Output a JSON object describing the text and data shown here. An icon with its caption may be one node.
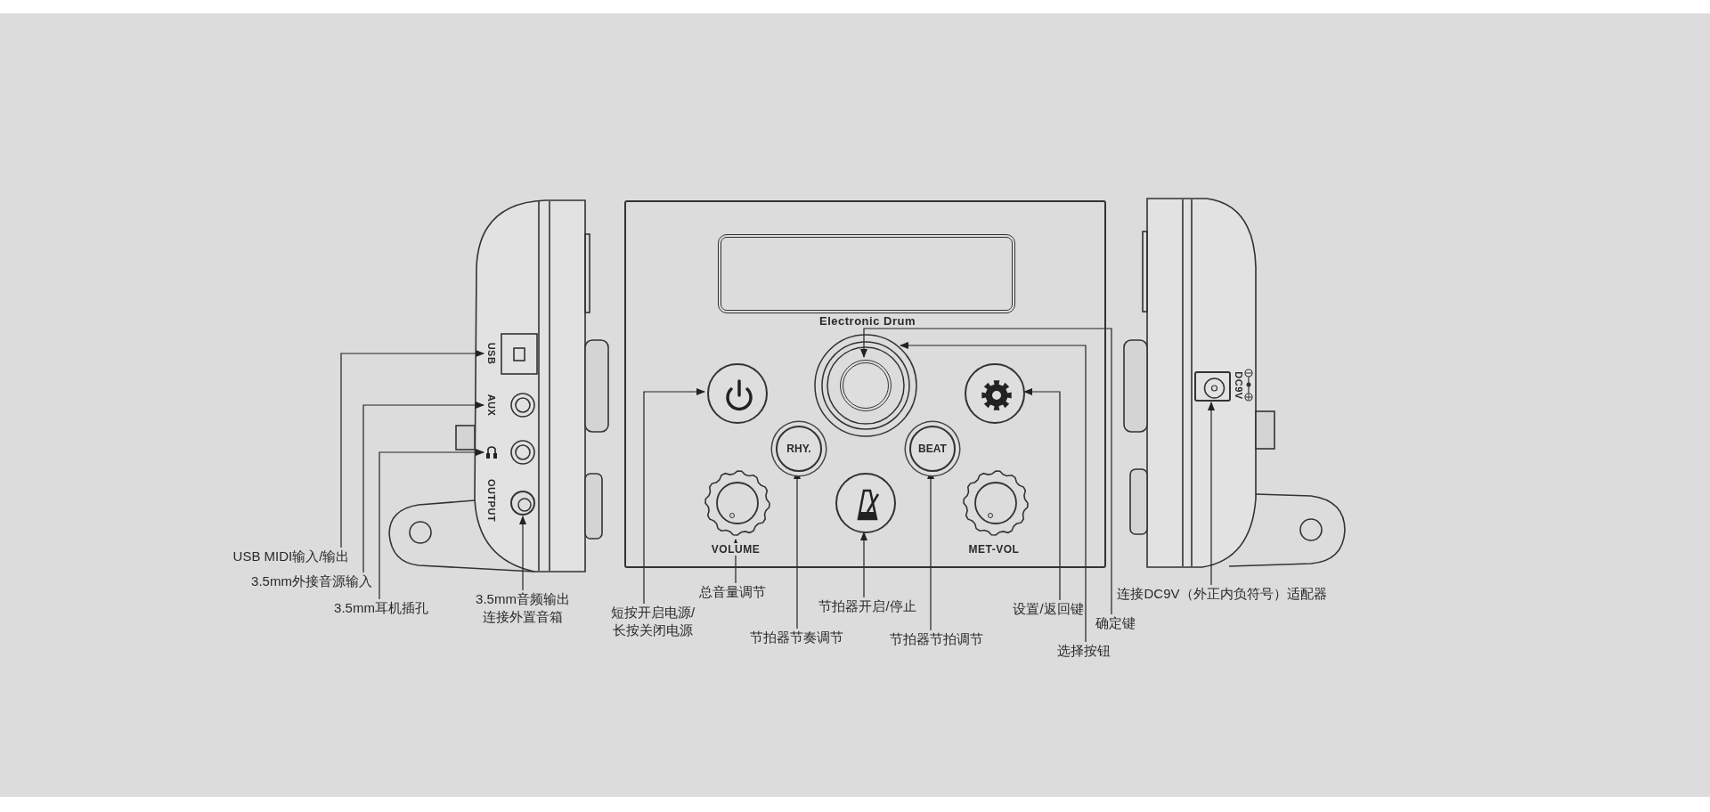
{
  "diagram": {
    "nodes": [
      {
        "text": [
          "Electronic Drum"
        ]
      },
      {
        "text": [],
        "shape": "box",
        "in": 0
      },
      {
        "text": [],
        "shape": "circle",
        "in": 0
      },
      {
        "text": [],
        "shape": "circle",
        "in": 2
      },
      {
        "text": [],
        "shape": "circle",
        "in": 0
      },
      {
        "text": [],
        "shape": "circle",
        "in": 0
      },
      {
        "text": [
          "RHY."
        ],
        "in": 0
      },
      {
        "text": [
          "BEAT"
        ],
        "in": 0
      },
      {
        "text": [],
        "shape": "circle",
        "in": 0,
        "beside": [
          "VOLUME"
        ]
      },
      {
        "text": [],
        "shape": "circle",
        "in": 0
      },
      {
        "text": [],
        "shape": "circle",
        "in": 0,
        "beside": [
          "MET-VOL"
        ]
      },
      {
        "text": [
          "USB"
        ]
      },
      {
        "text": [
          "AUX"
        ]
      },
      {
        "text": [],
        "shape": "headphones"
      },
      {
        "text": [],
        "shape": "circle"
      },
      {
        "text": [],
        "shape": "box",
        "beside": [
          "DC9V"
        ]
      },
      {
        "text": [
          "USB MIDI输入/输出"
        ]
      },
      {
        "text": [
          "3.5mm外接音源输入"
        ]
      },
      {
        "text": [
          "3.5mm耳机插孔"
        ]
      },
      {
        "text": [
          "3.5mm音频输出连接外置音箱"
        ]
      },
      {
        "text": [
          "总音量调节"
        ]
      },
      {
        "text": [
          "短按开启电源/长按关闭电源"
        ]
      },
      {
        "text": [
          "节拍器节奏调节"
        ]
      },
      {
        "text": [
          "节拍器开启/停止"
        ]
      },
      {
        "text": [
          "节拍器节拍调节"
        ]
      },
      {
        "text": [
          "设置/返回键"
        ]
      },
      {
        "text": [
          "确定键"
        ]
      },
      {
        "text": [
          "选择按钮"
        ]
      },
      {
        "text": [
          "连接DC9V（外正内负符号）适配器"
        ]
      }
    ],
    "edges": [
      {
        "from": 16,
        "to": 11,
        "arrow": "to"
      },
      {
        "from": 17,
        "to": 12,
        "arrow": "to"
      },
      {
        "from": 18,
        "to": 13,
        "arrow": "to"
      },
      {
        "from": 19,
        "to": 14,
        "arrow": "to"
      },
      {
        "from": 20,
        "to": 8,
        "arrow": "to"
      },
      {
        "from": 21,
        "to": 4,
        "arrow": "to"
      },
      {
        "from": 22,
        "to": 6,
        "arrow": "to"
      },
      {
        "from": 23,
        "to": 9,
        "arrow": "to"
      },
      {
        "from": 24,
        "to": 7,
        "arrow": "to"
      },
      {
        "from": 25,
        "to": 5,
        "arrow": "to"
      },
      {
        "from": 26,
        "to": 3,
        "arrow": "to"
      },
      {
        "from": 27,
        "to": 2,
        "arrow": "to"
      },
      {
        "from": 28,
        "to": 15,
        "arrow": "to"
      }
    ],
    "labels": [
      "OUTPUT"
    ]
  }
}
